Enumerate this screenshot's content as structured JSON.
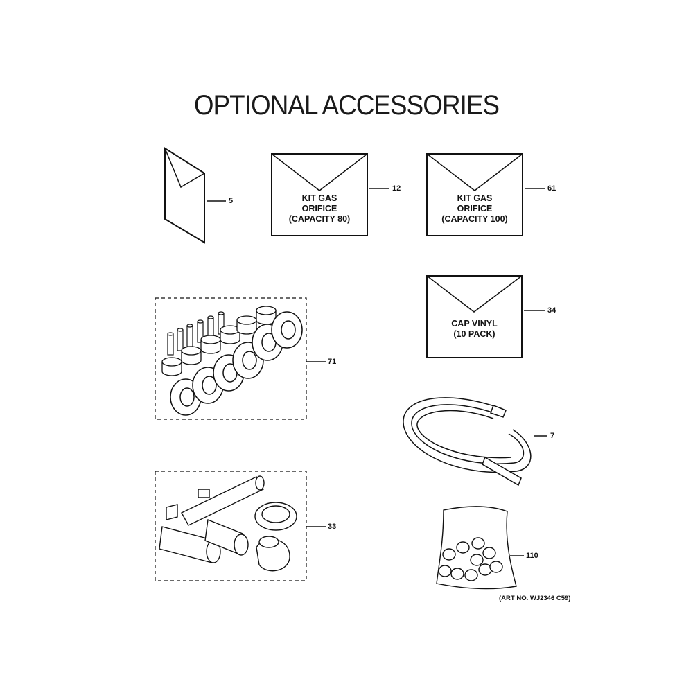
{
  "title": "OPTIONAL ACCESSORIES",
  "parts": {
    "p5": {
      "number": "5"
    },
    "p12": {
      "number": "12",
      "label_lines": [
        "KIT GAS",
        "ORIFICE",
        "(CAPACITY 80)"
      ]
    },
    "p61": {
      "number": "61",
      "label_lines": [
        "KIT GAS",
        "ORIFICE",
        "(CAPACITY 100)"
      ]
    },
    "p34": {
      "number": "34",
      "label_lines": [
        "CAP VINYL",
        "(10 PACK)"
      ]
    },
    "p71": {
      "number": "71"
    },
    "p7": {
      "number": "7"
    },
    "p33": {
      "number": "33"
    },
    "p110": {
      "number": "110"
    }
  },
  "art_number": "(ART NO. WJ2346 C59)"
}
